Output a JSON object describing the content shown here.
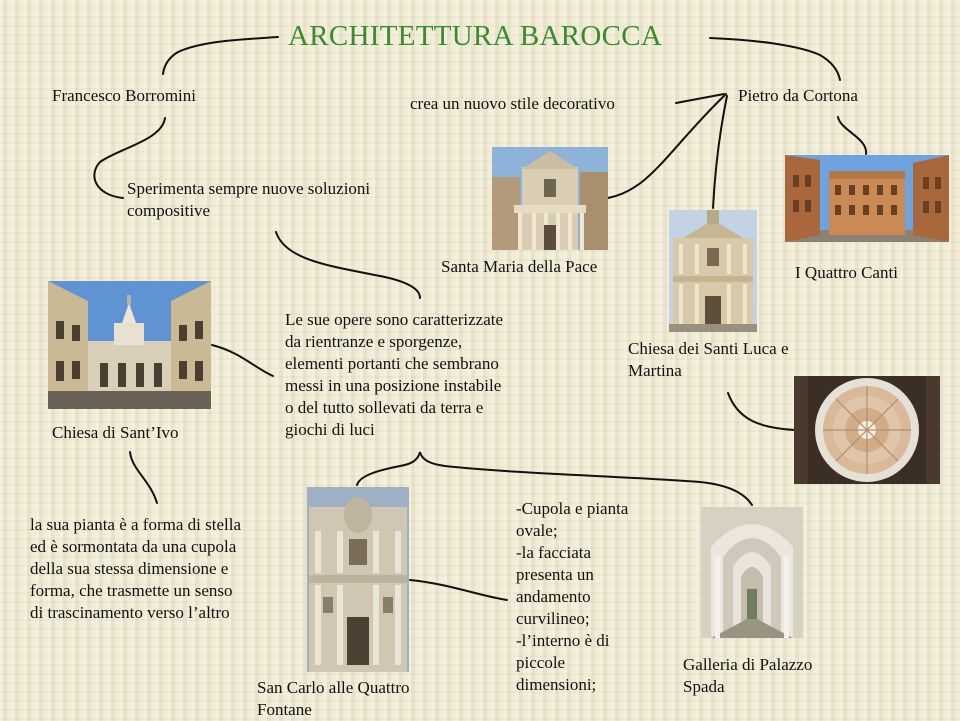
{
  "title": "ARCHITETTURA BAROCCA",
  "borromini": {
    "name": "Francesco Borromini",
    "experiments": "Sperimenta sempre nuove soluzioni\ncompositive",
    "works_description": "Le sue opere sono caratterizzate\nda rientranze e sporgenze,\nelementi portanti che sembrano\nmessi in una posizione instabile\no del tutto sollevati da terra e\ngiochi di luci"
  },
  "cortona": {
    "name": "Pietro da Cortona",
    "style": "crea un nuovo stile decorativo"
  },
  "works": {
    "santa_maria": "Santa Maria della Pace",
    "quattro_canti": "I Quattro Canti",
    "luca_martina": "Chiesa dei Santi Luca e\nMartina",
    "santivo": "Chiesa di Sant’Ivo",
    "santivo_desc": "la sua pianta è a forma di stella\ned è sormontata da una cupola\ndella sua stessa dimensione e\nforma, che trasmette un senso\ndi trascinamento verso l’altro",
    "san_carlo": "San Carlo alle Quattro\nFontane",
    "san_carlo_desc": "-Cupola e pianta\novale;\n-la facciata\npresenta un\nandamento\ncurvilineo;\n-l’interno è di\npiccole\ndimensioni;",
    "galleria": "Galleria di Palazzo\nSpada"
  }
}
